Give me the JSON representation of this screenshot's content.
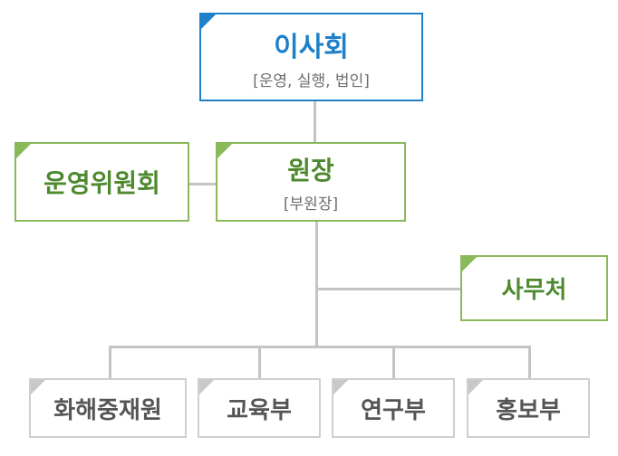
{
  "board": {
    "title": "이사회",
    "subtitle": "[운영, 실행, 법인]"
  },
  "committee": {
    "title": "운영위원회"
  },
  "director": {
    "title": "원장",
    "subtitle": "[부원장]"
  },
  "secretariat": {
    "title": "사무처"
  },
  "departments": [
    {
      "title": "화해중재원"
    },
    {
      "title": "교육부"
    },
    {
      "title": "연구부"
    },
    {
      "title": "홍보부"
    }
  ],
  "colors": {
    "board": "#1e80c8",
    "green": "#8ab95a",
    "green_text": "#4d8a2f",
    "gray": "#c8c8c8",
    "connector": "#c4c4c4"
  }
}
